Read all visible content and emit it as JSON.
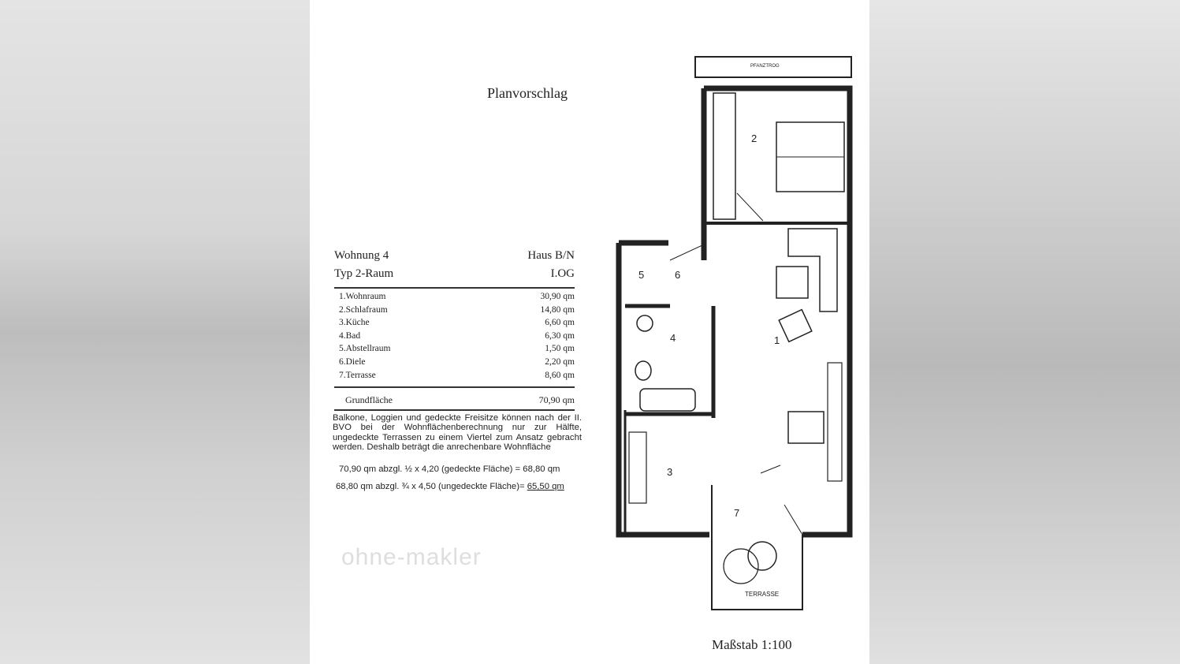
{
  "title": "Planvorschlag",
  "header": {
    "unit": "Wohnung 4",
    "house": "Haus B/N",
    "type": "Typ 2-Raum",
    "floor": "I.OG"
  },
  "rooms": [
    {
      "label": "1.Wohnraum",
      "area": "30,90 qm"
    },
    {
      "label": "2.Schlafraum",
      "area": "14,80 qm"
    },
    {
      "label": "3.Küche",
      "area": "6,60 qm"
    },
    {
      "label": "4.Bad",
      "area": "6,30 qm"
    },
    {
      "label": "5.Abstellraum",
      "area": "1,50 qm"
    },
    {
      "label": "6.Diele",
      "area": "2,20 qm"
    },
    {
      "label": "7.Terrasse",
      "area": "8,60 qm"
    }
  ],
  "total": {
    "label": "Grundfläche",
    "area": "70,90 qm"
  },
  "note": "Balkone, Loggien und gedeckte Freisitze können nach der II. BVO bei der Wohnflächenberechnung nur zur Hälfte, ungedeckte Terrassen zu einem Viertel zum Ansatz gebracht werden. Deshalb beträgt die anrechenbare Wohnfläche",
  "calc1": "70,90 qm abzgl. ½ x 4,20 (gedeckte Fläche) = 68,80 qm",
  "calc2_prefix": "68,80 qm abzgl. ¾ x 4,50 (ungedeckte Fläche)= ",
  "calc2_result": "65,50 qm",
  "scale": "Maßstab 1:100",
  "plan_labels": {
    "r1": "1",
    "r2": "2",
    "r3": "3",
    "r4": "4",
    "r5": "5",
    "r6": "6",
    "r7": "7",
    "planter": "PFANZTROG",
    "terrace": "TERRASSE"
  },
  "watermark": "ohne-makler"
}
